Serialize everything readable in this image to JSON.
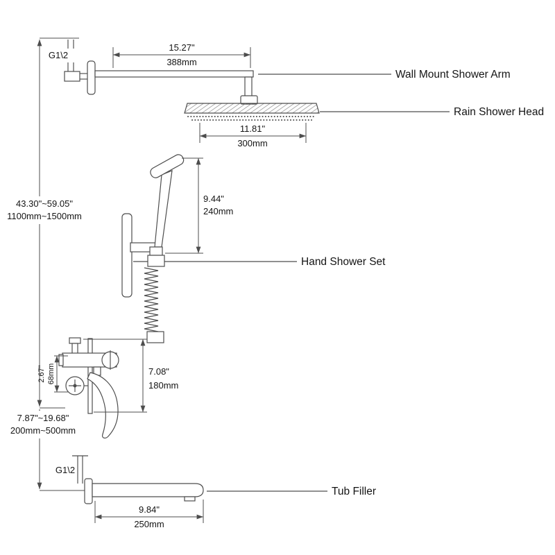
{
  "figure": {
    "background": "#ffffff",
    "line_color": "#4d4d4d",
    "text_color": "#141414"
  },
  "part_labels": {
    "wall_mount_shower_arm": "Wall Mount Shower Arm",
    "rain_shower_head": "Rain Shower Head",
    "hand_shower_set": "Hand Shower Set",
    "tub_filler": "Tub Filler"
  },
  "thread_labels": {
    "top": "G1\\2",
    "bottom": "G1\\2"
  },
  "dimensions": {
    "shower_arm_length_in": "15.27\"",
    "shower_arm_length_mm": "388mm",
    "shower_head_width_in": "11.81\"",
    "shower_head_width_mm": "300mm",
    "hand_shower_height_in": "9.44\"",
    "hand_shower_height_mm": "240mm",
    "riser_height_in": "43.30\"~59.05\"",
    "riser_height_mm": "1100mm~1500mm",
    "valve_height_in": "7.08\"",
    "valve_height_mm": "180mm",
    "valve_width_in": "2.67\"",
    "valve_width_mm": "68mm",
    "spout_height_in": "7.87\"~19.68\"",
    "spout_height_mm": "200mm~500mm",
    "spout_length_in": "9.84\"",
    "spout_length_mm": "250mm"
  }
}
